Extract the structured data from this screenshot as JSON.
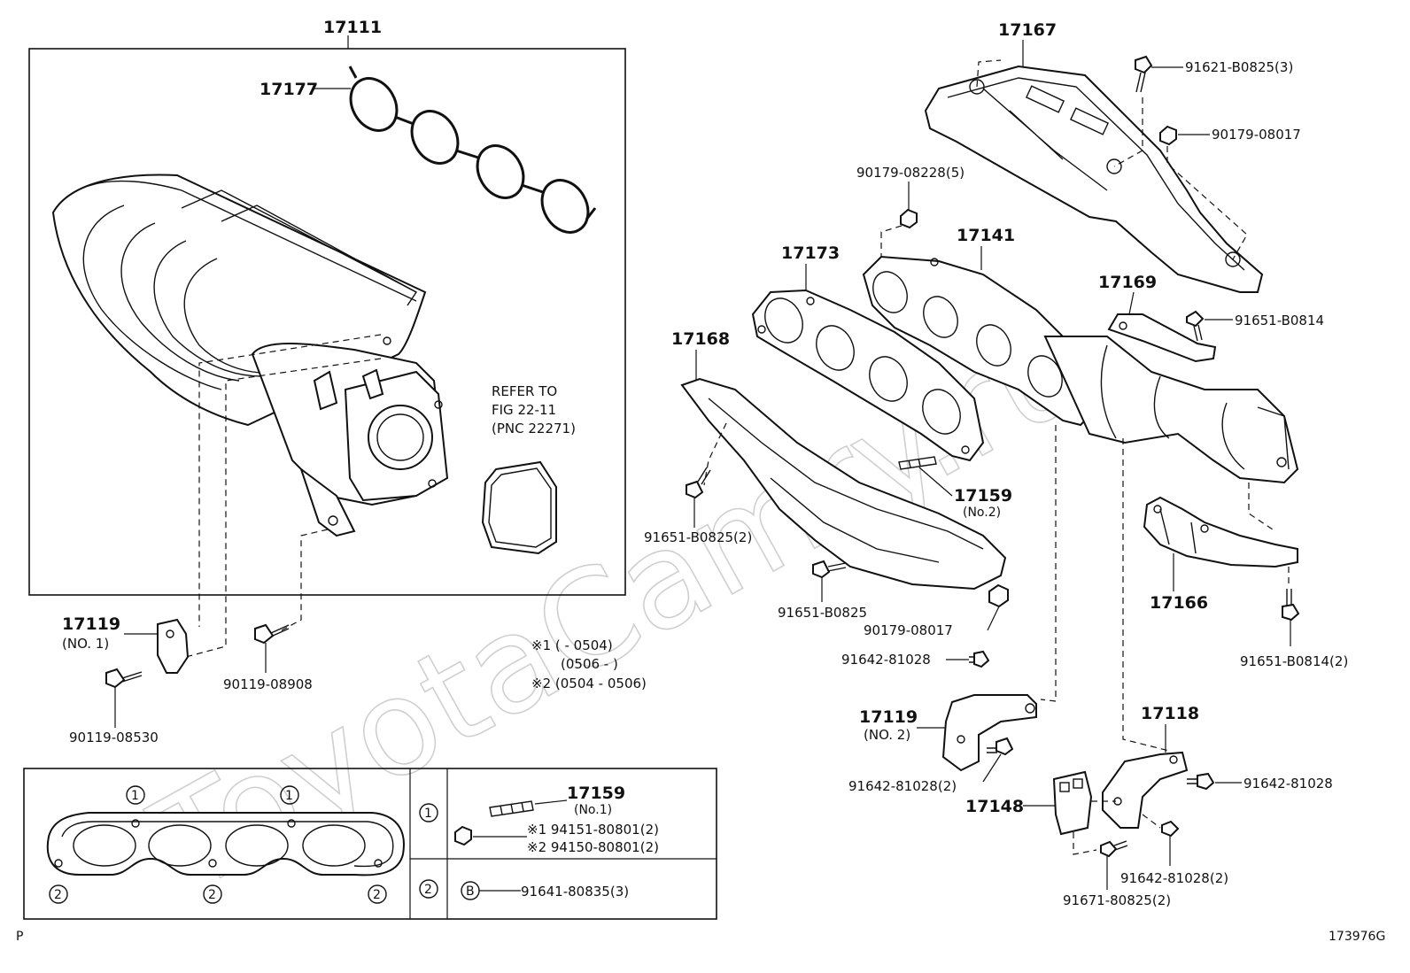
{
  "watermark": "ToyotaCamry.ru",
  "intake_box": {
    "part_17111": "17111",
    "part_17177": "17177",
    "refer_line1": "REFER TO",
    "refer_line2": "FIG 22-11",
    "refer_line3": "(PNC 22271)"
  },
  "labels": {
    "p17119_no1": "17119",
    "p17119_no1_sub": "(NO. 1)",
    "p90119_08530": "90119-08530",
    "p90119_08908": "90119-08908",
    "note1a": "※1 (       - 0504)",
    "note1b": "(0506 -       )",
    "note2": "※2 (0504 - 0506)",
    "p17167": "17167",
    "p91621_B0825": "91621-B0825(3)",
    "p90179_08017_top": "90179-08017",
    "p90179_08228": "90179-08228(5)",
    "p17141": "17141",
    "p17173": "17173",
    "p17169": "17169",
    "p91651_B0814": "91651-B0814",
    "p17168": "17168",
    "p17159_no2": "17159",
    "p17159_no2_sub": "(No.2)",
    "p91651_B0825_2": "91651-B0825(2)",
    "p91651_B0825": "91651-B0825",
    "p90179_08017_bot": "90179-08017",
    "p91642_81028_a": "91642-81028",
    "p17166": "17166",
    "p91651_B0814_2": "91651-B0814(2)",
    "p17119_no2": "17119",
    "p17119_no2_sub": "(NO. 2)",
    "p91642_81028_2a": "91642-81028(2)",
    "p17118": "17118",
    "p91642_81028_b": "91642-81028",
    "p17148": "17148",
    "p91642_81028_2b": "91642-81028(2)",
    "p91671_80825_2": "91671-80825(2)"
  },
  "legend": {
    "circle1": "1",
    "circle2": "2",
    "row1_part": "17159",
    "row1_part_sub": "(No.1)",
    "row1_note1": "※1 94151-80801(2)",
    "row1_note2": "※2 94150-80801(2)",
    "row2_marker": "B",
    "row2_part": "91641-80835(3)"
  },
  "footer": {
    "left": "P",
    "right": "173976G"
  }
}
